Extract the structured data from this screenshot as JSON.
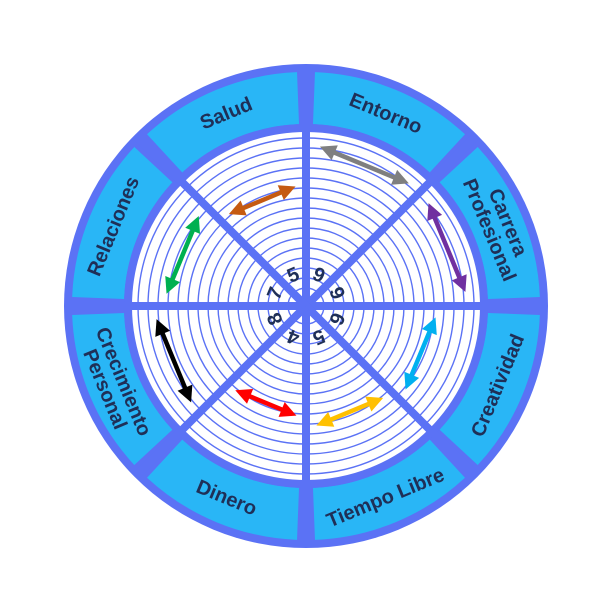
{
  "colors": {
    "ring": "#5b72f5",
    "segment_fill": "#29b6f6",
    "inner_fill": "#ffffff",
    "text": "#1f2f57"
  },
  "segments": [
    {
      "key": "entorno",
      "lines": [
        "Entorno"
      ],
      "score": "9",
      "arrow_color": "#7f7f7f"
    },
    {
      "key": "carrera",
      "lines": [
        "Carrera",
        "Profesional"
      ],
      "score": "9",
      "arrow_color": "#7030a0"
    },
    {
      "key": "creatividad",
      "lines": [
        "Creatividad"
      ],
      "score": "6",
      "arrow_color": "#00b0f0"
    },
    {
      "key": "tiempo",
      "lines": [
        "Tiempo Libre"
      ],
      "score": "5",
      "arrow_color": "#ffc000"
    },
    {
      "key": "dinero",
      "lines": [
        "Dinero"
      ],
      "score": "4",
      "arrow_color": "#ff0000"
    },
    {
      "key": "crecimiento",
      "lines": [
        "Crecimiento",
        "Personal"
      ],
      "score": "8",
      "arrow_color": "#000000"
    },
    {
      "key": "relaciones",
      "lines": [
        "Relaciones"
      ],
      "score": "7",
      "arrow_color": "#00b050"
    },
    {
      "key": "salud",
      "lines": [
        "Salud"
      ],
      "score": "5",
      "arrow_color": "#c55a11"
    }
  ]
}
